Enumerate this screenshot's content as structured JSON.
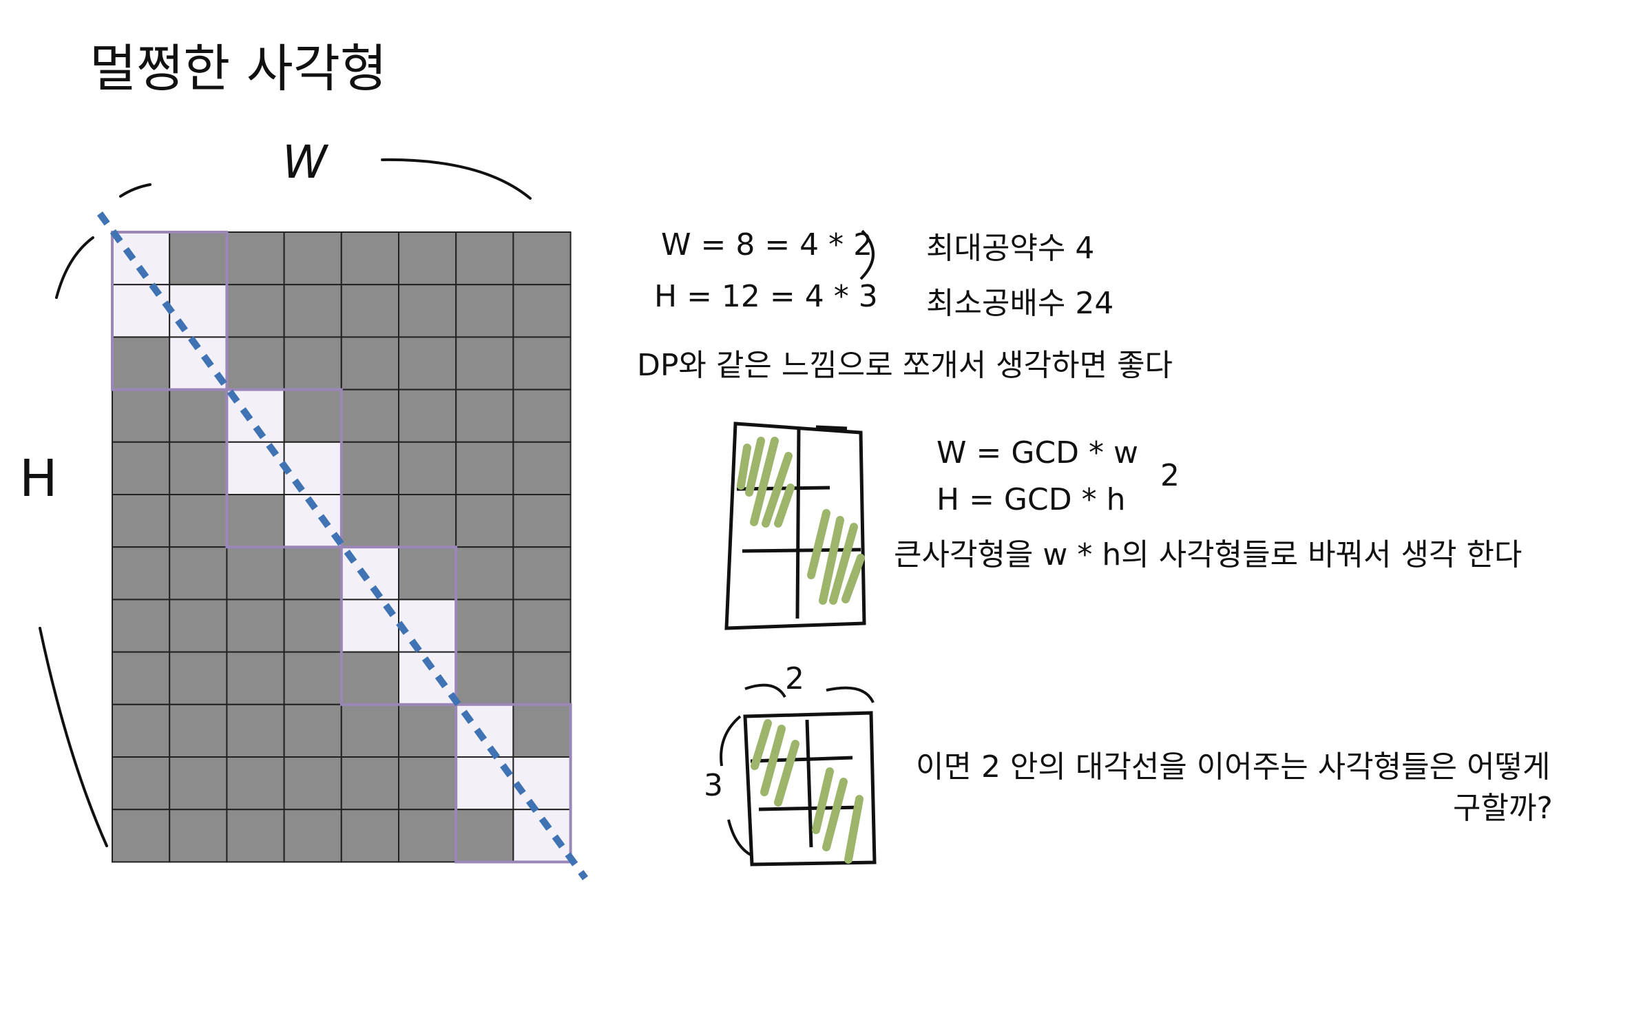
{
  "title": "멀쩡한 사각형",
  "labels": {
    "w_label": "W",
    "h_label": "H"
  },
  "grid": {
    "columns": 8,
    "rows": 12,
    "gcd_blocks": 4,
    "block_w": 2,
    "block_h": 3
  },
  "colors": {
    "cell_dark": "#8c8c8c",
    "cell_light": "#f3f1f7",
    "block_border": "#9b86b8",
    "diagonal": "#3f73b4",
    "hatch": "#9cb56a",
    "ink": "#111111"
  },
  "notes": {
    "eq_w": "W = 8 = 4 * 2",
    "eq_h": "H = 12 = 4 * 3",
    "gcd": "최대공약수 4",
    "lcm": "최소공배수 24",
    "dp_hint": "DP와 같은 느낌으로 쪼개서 생각하면 좋다",
    "gcd_w": "W = GCD * w",
    "gcd_h": "H = GCD * h",
    "exponent": "2",
    "split_hint": "큰사각형을 w * h의 사각형들로 바꿔서 생각 한다",
    "small_top": "2",
    "small_left": "3",
    "question_line1": "이면 2 안의 대각선을 이어주는 사각형들은 어떻게",
    "question_line2": "구할까?"
  }
}
